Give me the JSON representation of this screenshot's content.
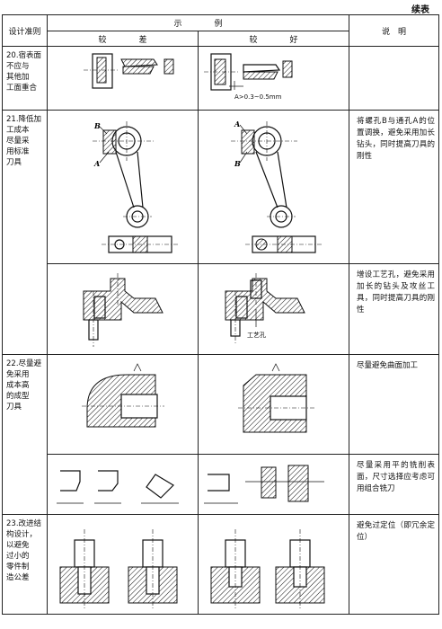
{
  "continued_label": "续表",
  "header": {
    "col_principle": "设计准则",
    "col_example": "示　　　　例",
    "col_note": "说　明",
    "col_worse": "较　　　　差",
    "col_better": "较　　　　好"
  },
  "rows": [
    {
      "principle_lines": [
        "20.宿表面",
        "不应与",
        "其他加",
        "工面重合"
      ],
      "note": "",
      "better_caption": "A>0.3~0.5mm"
    },
    {
      "principle_lines": [
        "21.降低加",
        "工成本",
        "尽量采",
        "用标准",
        "刀具"
      ],
      "note": "将螺孔B与通孔A的位置调换，避免采用加长钻头，同时提高刀具的刚性",
      "label_a": "A",
      "label_b": "B"
    },
    {
      "principle_lines": [],
      "note": "增设工艺孔，避免采用加长的钻头及攻丝工具，同时提高刀具的刚性",
      "better_caption": "工艺孔"
    },
    {
      "principle_lines": [
        "22.尽量避",
        "免采用",
        "成本高",
        "的成型",
        "刀具"
      ],
      "note": "尽量避免曲面加工"
    },
    {
      "principle_lines": [],
      "note": "尽量采用平的铣削表面，尺寸选择应考虑可用组合铣刀"
    },
    {
      "principle_lines": [
        "23.改进结",
        "构设计，",
        "以避免",
        "过小的",
        "零件制",
        "造公差"
      ],
      "note": "避免过定位（即冗余定位）"
    }
  ]
}
